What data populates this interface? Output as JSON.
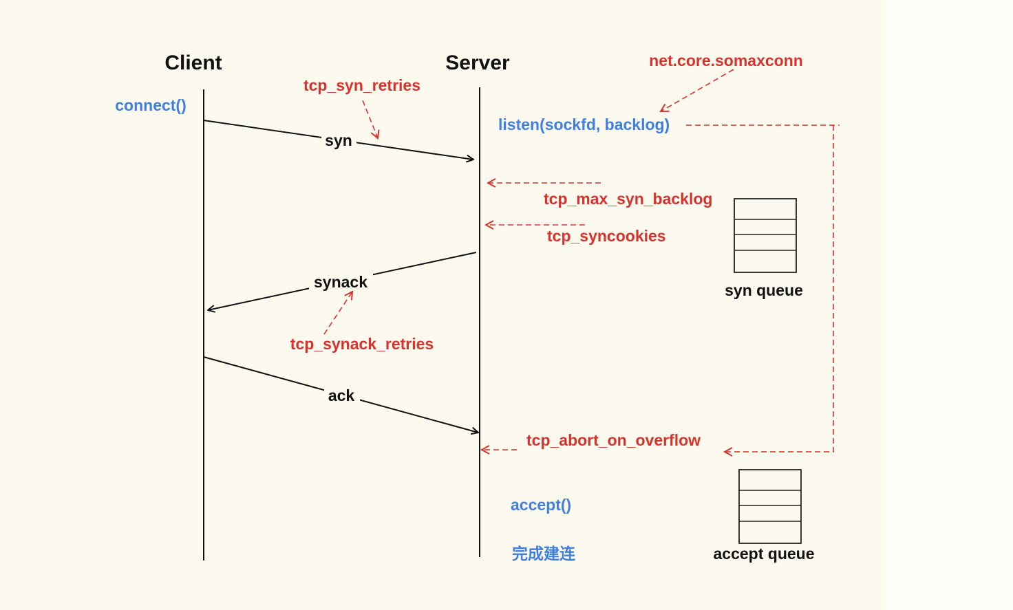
{
  "participants": {
    "client": "Client",
    "server": "Server"
  },
  "calls": {
    "connect": "connect()",
    "listen": "listen(sockfd, backlog)",
    "accept": "accept()",
    "established": "完成建连"
  },
  "messages": {
    "syn": "syn",
    "synack": "synack",
    "ack": "ack"
  },
  "kernel_params": {
    "somaxconn": "net.core.somaxconn",
    "syn_retries": "tcp_syn_retries",
    "max_syn_backlog": "tcp_max_syn_backlog",
    "syncookies": "tcp_syncookies",
    "synack_retries": "tcp_synack_retries",
    "abort_on_overflow": "tcp_abort_on_overflow"
  },
  "queues": {
    "syn": "syn queue",
    "accept": "accept queue"
  },
  "colors": {
    "background": "#fcf9ee",
    "kernel_param": "#d8322d",
    "syscall": "#3f7fdf",
    "line": "#111111"
  }
}
